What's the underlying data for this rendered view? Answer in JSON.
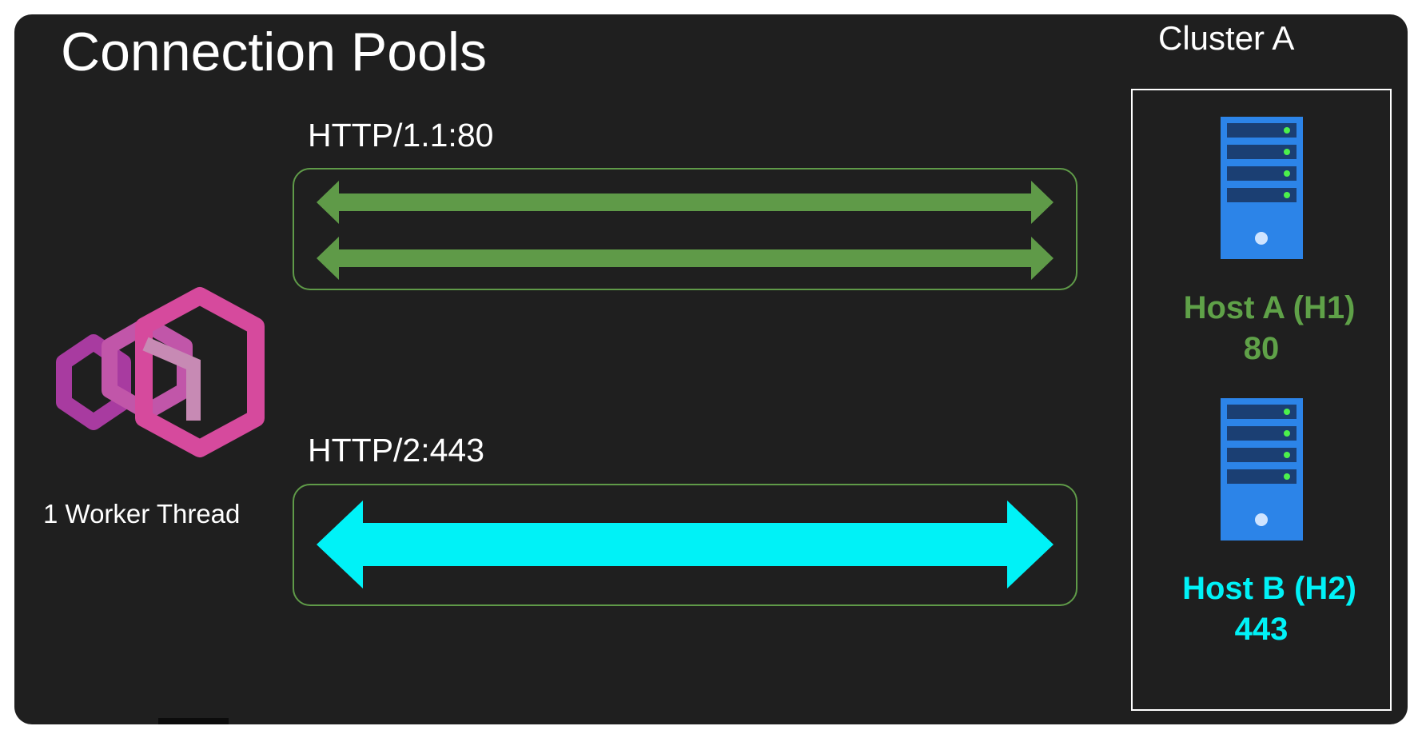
{
  "title": "Connection Pools",
  "cluster": {
    "label": "Cluster A",
    "hosts": [
      {
        "name": "Host A (H1)",
        "port": "80"
      },
      {
        "name": "Host B (H2)",
        "port": "443"
      }
    ]
  },
  "pools": [
    {
      "label": "HTTP/1.1:80",
      "connections": 2
    },
    {
      "label": "HTTP/2:443",
      "connections": 1
    }
  ],
  "worker": {
    "label": "1 Worker Thread"
  },
  "colors": {
    "background": "#1f1f1f",
    "http1": "#5f9a48",
    "http2": "#00f2f7",
    "server": "#2c84e8",
    "logo": "#d64a9d"
  },
  "icons": [
    "envoy-logo-icon",
    "server-icon"
  ]
}
